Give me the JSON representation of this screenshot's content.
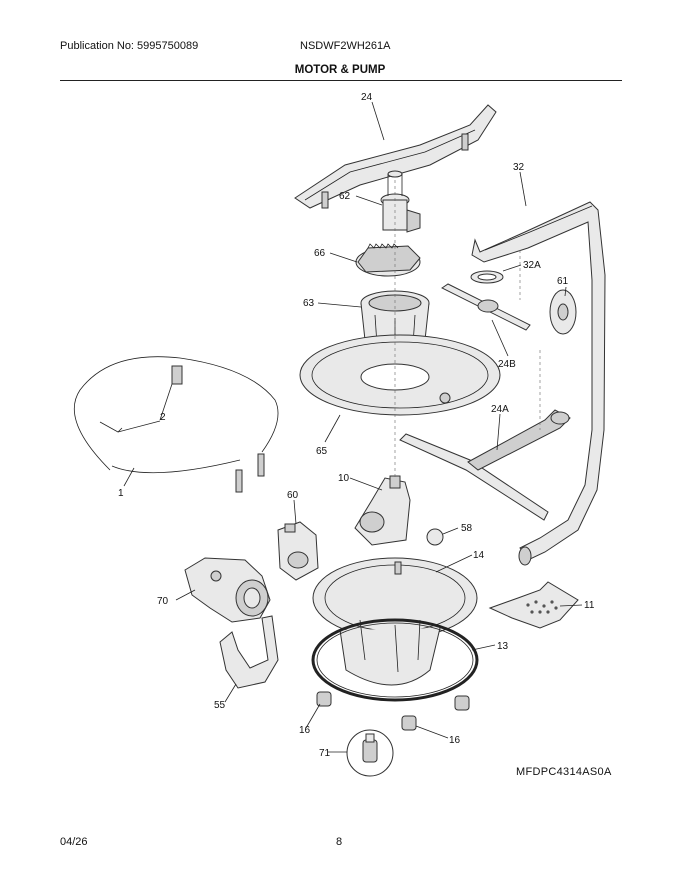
{
  "header": {
    "publication": "Publication No: 5995750089",
    "model": "NSDWF2WH261A",
    "section_title": "MOTOR & PUMP"
  },
  "callouts": {
    "c24": "24",
    "c62": "62",
    "c32": "32",
    "c66": "66",
    "c32a": "32A",
    "c61": "61",
    "c63": "63",
    "c24b": "24B",
    "c2": "2",
    "c65": "65",
    "c24a": "24A",
    "c10": "10",
    "c1": "1",
    "c60": "60",
    "c58": "58",
    "c14": "14",
    "c70": "70",
    "c11": "11",
    "c13": "13",
    "c55": "55",
    "c16a": "16",
    "c16b": "16",
    "c71": "71"
  },
  "footer": {
    "date": "04/26",
    "page": "8",
    "drawing_code": "MFDPC4314AS0A"
  }
}
